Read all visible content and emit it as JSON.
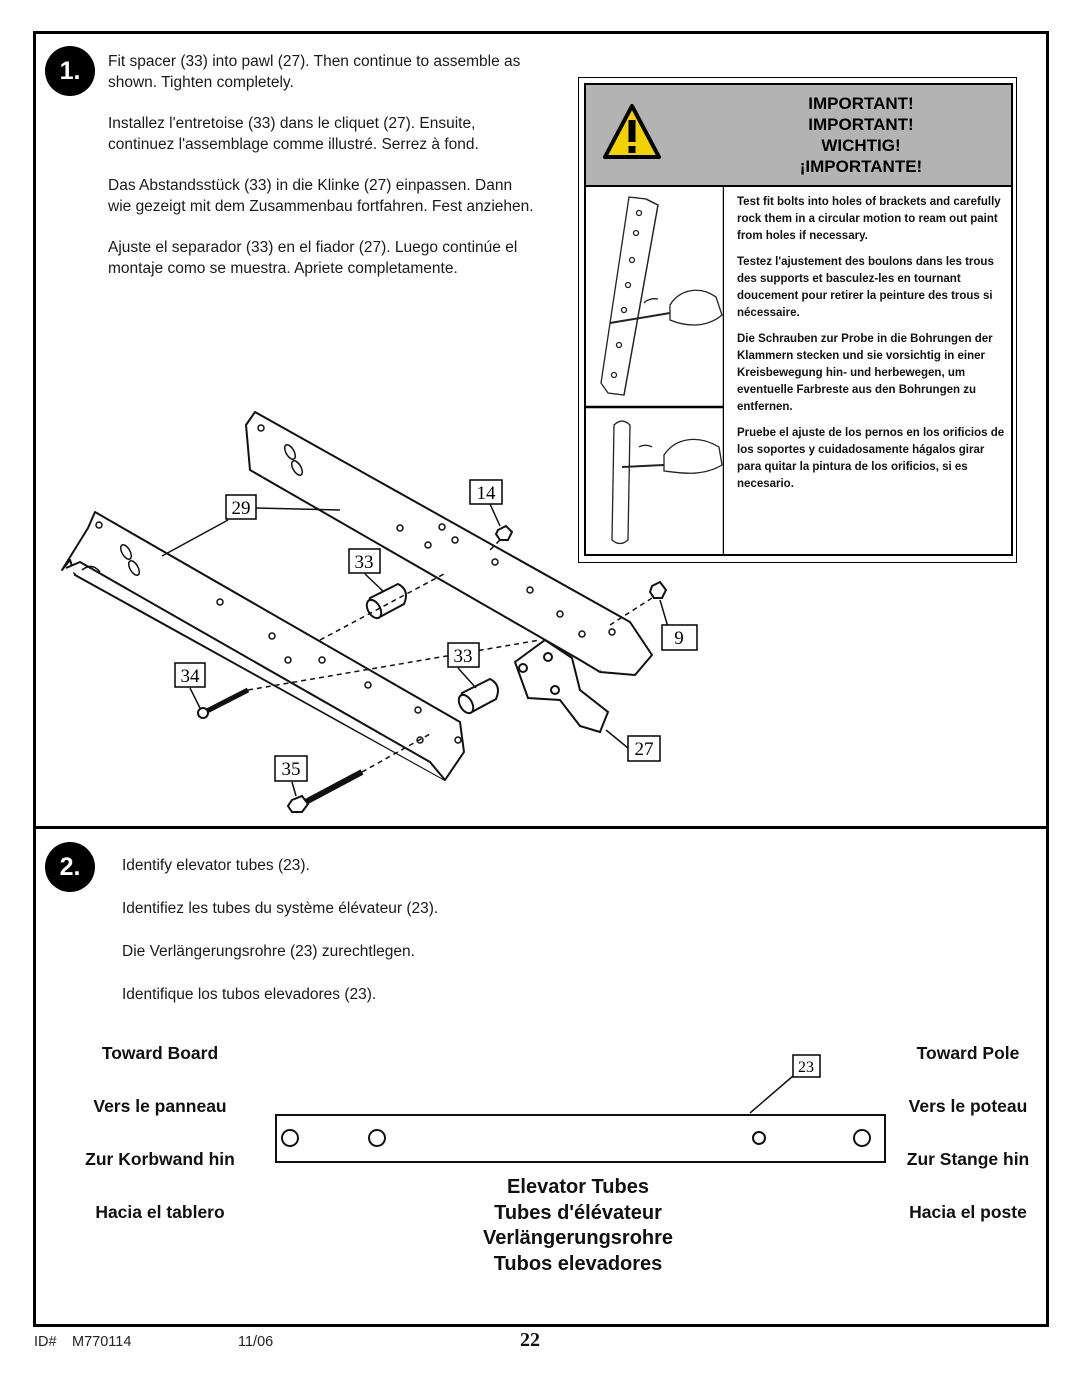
{
  "step1": {
    "number": "1.",
    "paragraphs": [
      "Fit spacer (33) into pawl (27). Then continue to assemble as shown.  Tighten completely.",
      "Installez l'entretoise (33) dans le cliquet (27). Ensuite, continuez l'assemblage comme illustré. Serrez à fond.",
      "Das Abstandsstück (33) in die Klinke (27) einpassen. Dann wie gezeigt mit dem Zusammenbau fortfahren. Fest anziehen.",
      "Ajuste el separador (33) en el fiador (27). Luego continúe el montaje como se muestra.  Apriete completamente."
    ],
    "callouts": [
      "29",
      "14",
      "33",
      "33",
      "34",
      "9",
      "27",
      "35"
    ]
  },
  "warning": {
    "titles": [
      "IMPORTANT!",
      "IMPORTANT!",
      "WICHTIG!",
      "¡IMPORTANTE!"
    ],
    "paragraphs": [
      "Test fit bolts into holes of brackets and carefully rock them in a circular motion to ream out paint from holes if necessary.",
      "Testez l'ajustement des boulons dans les trous des supports et basculez-les en tournant doucement pour retirer la peinture des trous si nécessaire.",
      "Die Schrauben zur Probe in die Bohrungen der Klammern stecken und sie vorsichtig in einer Kreisbewegung hin- und herbewegen, um eventuelle Farbreste aus den Bohrungen zu entfernen.",
      "Pruebe el ajuste de los pernos en los orificios de los soportes y cuidadosamente hágalos girar para quitar la pintura de los orificios, si es necesario."
    ]
  },
  "step2": {
    "number": "2.",
    "paragraphs": [
      "Identify elevator tubes (23).",
      "Identifiez les tubes du système élévateur (23).",
      "Die Verlängerungsrohre (23) zurechtlegen.",
      "Identifique los tubos elevadores (23)."
    ],
    "left_labels": [
      "Toward Board",
      "Vers le panneau",
      "Zur Korbwand hin",
      "Hacia el tablero"
    ],
    "right_labels": [
      "Toward Pole",
      "Vers le poteau",
      "Zur Stange hin",
      "Hacia el poste"
    ],
    "tube_callout": "23",
    "tube_titles": [
      "Elevator Tubes",
      "Tubes d'élévateur",
      "Verlängerungsrohre",
      "Tubos elevadores"
    ]
  },
  "footer": {
    "id_label": "ID#",
    "id_value": "M770114",
    "date": "11/06",
    "page": "22"
  }
}
